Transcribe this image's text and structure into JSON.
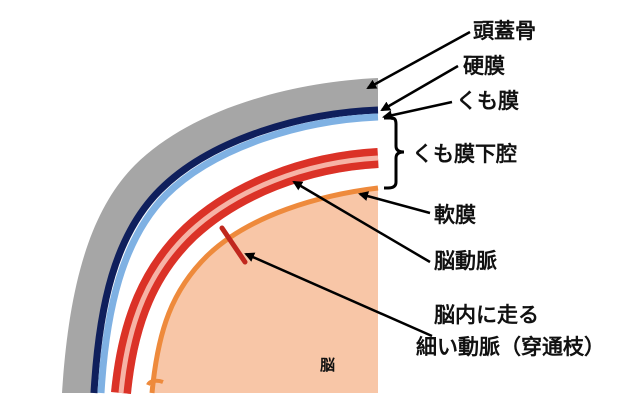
{
  "labels": {
    "skull": "頭蓋骨",
    "dura": "硬膜",
    "arachnoid": "くも膜",
    "subarachnoid_space": "くも膜下腔",
    "pia": "軟膜",
    "cerebral_artery": "脳動脈",
    "penetrating_line1": "脳内に走る",
    "penetrating_line2": "細い動脈（穿通枝）",
    "brain": "脳"
  },
  "colors": {
    "skull": "#a6a6a6",
    "dura": "#0f1f5c",
    "arachnoid": "#7fb1e3",
    "subarachnoid_space": "#ffffff",
    "artery_fill": "#e8382d",
    "artery_inner": "#f6b3a6",
    "artery_edge": "#b51f17",
    "pia": "#ee8a3c",
    "brain": "#f8c6a7",
    "penetrating_vessel": "#c0281e",
    "leader_lines": "#000000"
  }
}
